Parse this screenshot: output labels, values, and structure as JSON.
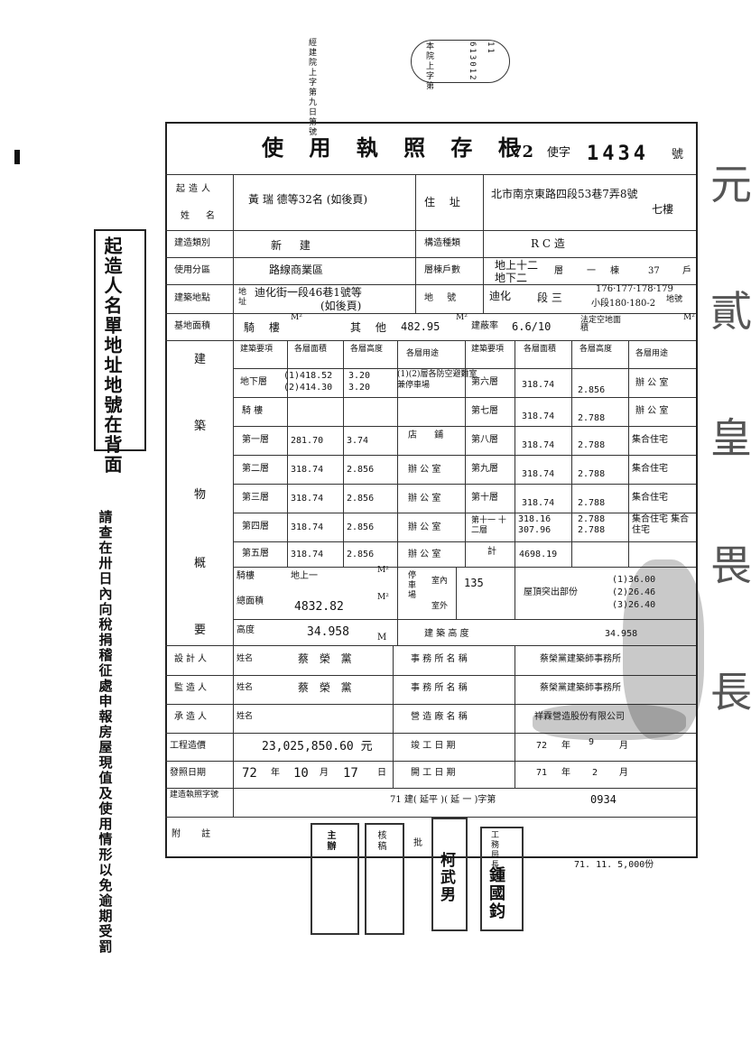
{
  "top_marks": {
    "left_stamp": "經建院上字第九日第號",
    "right_stamp_1": "本院上字第",
    "right_stamp_2": "613012",
    "right_stamp_3": "11"
  },
  "side_note": "起造人名單地址地號在背面",
  "left_note": "請查在卅日內向稅捐稽征處申報房屋現值及使用情形以免逾期受罰",
  "right_margin": "元 貳 皇 畏 長",
  "header": {
    "title": "使 用 執 照 存 根",
    "year": "72",
    "prefix": "使字",
    "number": "1434",
    "suffix": "號"
  },
  "applicant": {
    "label_1": "起造人",
    "label_2": "姓名",
    "name": "黃 瑞 德等32名 (如後頁)",
    "addr_label": "住 址",
    "address": "北市南京東路四段53巷7弄8號",
    "address_2": "七樓"
  },
  "build_type": {
    "label": "建造類別",
    "value": "新 建",
    "struct_label": "構造種類",
    "struct_value": "R C 造"
  },
  "zone": {
    "label": "使用分區",
    "value": "路線商業區",
    "floors_label": "層棟戶數",
    "above": "地上十二",
    "below": "地下二",
    "layer": "層",
    "one": "一",
    "bldg": "棟",
    "units": "37",
    "unit": "戶"
  },
  "site": {
    "label": "建築地點",
    "address_small": "地址",
    "address": "迪化街一段46巷1號等",
    "address_note": "(如後頁)",
    "lot_label": "地 號",
    "lot_area": "迪化",
    "lot_section": "段 三",
    "lots": "176·177·178·179",
    "lots_2": "小段180·180-2",
    "lot_tag": "地號"
  },
  "area": {
    "label": "基地面積",
    "arcade": "騎 樓",
    "m2": "M²",
    "other": "其 他",
    "other_value": "482.95",
    "coverage_label": "建蔽率",
    "coverage_value": "6.6/10",
    "open_label": "法定空地面積"
  },
  "section_labels": {
    "jian": "建",
    "zhu": "築",
    "wu": "物",
    "gai": "概",
    "yao": "要"
  },
  "floor_table": {
    "headers": [
      "建築要項",
      "各層面積",
      "各層高度",
      "各層用途",
      "建築要項",
      "各層面積",
      "各層高度",
      "各層用途"
    ],
    "rows_left": [
      {
        "item": "地下層",
        "area": "(1)418.52 (2)414.30",
        "height": "3.20 3.20",
        "use": "(1)(2)層各防空避難室兼停車場"
      },
      {
        "item": "騎 樓",
        "area": "",
        "height": "",
        "use": ""
      },
      {
        "item": "第一層",
        "area": "281.70",
        "height": "3.74",
        "use": "店 鋪"
      },
      {
        "item": "第二層",
        "area": "318.74",
        "height": "2.856",
        "use": "辦 公 室"
      },
      {
        "item": "第三層",
        "area": "318.74",
        "height": "2.856",
        "use": "辦 公 室"
      },
      {
        "item": "第四層",
        "area": "318.74",
        "height": "2.856",
        "use": "辦 公 室"
      },
      {
        "item": "第五層",
        "area": "318.74",
        "height": "2.856",
        "use": "辦 公 室"
      }
    ],
    "rows_right": [
      {
        "item": "第六層",
        "area": "318.74",
        "height": "2.856",
        "use": "辦 公 室"
      },
      {
        "item": "第七層",
        "area": "318.74",
        "height": "2.788",
        "use": "辦 公 室"
      },
      {
        "item": "第八層",
        "area": "318.74",
        "height": "2.788",
        "use": "集合住宅"
      },
      {
        "item": "第九層",
        "area": "318.74",
        "height": "2.788",
        "use": "集合住宅"
      },
      {
        "item": "第十層",
        "area": "318.74",
        "height": "2.788",
        "use": "集合住宅"
      },
      {
        "item": "第十一 十二層",
        "area": "318.16 307.96",
        "height": "2.788 2.788",
        "use": "集合住宅 集合住宅"
      },
      {
        "item": "計",
        "area": "4698.19",
        "height": "",
        "use": ""
      }
    ],
    "unit_m2": "M²",
    "unit_m": "M"
  },
  "misc_area": {
    "arcade_label": "騎樓",
    "above_label": "地上一",
    "total_label": "總面積",
    "total_value": "4832.82",
    "height_label": "高度",
    "height_value": "34.958",
    "parking_label": "停車場",
    "indoor": "室內",
    "indoor_value": "135",
    "outdoor": "室外",
    "roof_label": "屋頂突出部份",
    "roof_1": "(1)36.00",
    "roof_2": "(2)26.46",
    "roof_3": "(3)26.40",
    "bldg_height_label": "建 築 高 度",
    "bldg_height_value": "34.958"
  },
  "designer": {
    "label": "設計人",
    "name_label": "姓名",
    "name": "蔡 榮 黨",
    "office_label": "事 務 所 名 稱",
    "office": "蔡榮黨建築師事務所"
  },
  "supervisor": {
    "label": "監造人",
    "name_label": "姓名",
    "name": "蔡 榮 黨",
    "office_label": "事 務 所 名 稱",
    "office": "蔡榮黨建築師事務所"
  },
  "contractor": {
    "label": "承造人",
    "name_label": "姓名",
    "name": "",
    "office_label": "營 造 廠 名 稱",
    "office": "祥霖營造股份有限公司"
  },
  "cost": {
    "label": "工程造價",
    "value": "23,025,850.60 元",
    "done_label": "竣 工 日 期",
    "done_year": "72",
    "year_unit": "年",
    "done_month": "9",
    "month_unit": "月"
  },
  "issue": {
    "label": "發照日期",
    "year": "72",
    "month": "10",
    "day": "17",
    "y": "年",
    "m": "月",
    "d": "日",
    "start_label": "開 工 日 期",
    "start_year": "71",
    "start_month": "2"
  },
  "permit": {
    "label": "建造執照字號",
    "text": "71 建( 延平 )( 延 一 )字第",
    "number": "0934"
  },
  "notes": {
    "label": "附 註"
  },
  "seals": {
    "seal_1": "主辦",
    "seal_2": "核稿",
    "seal_3": "批",
    "seal_4": "柯武男",
    "seal_5": "工務局長",
    "seal_6": "鍾國鈞"
  },
  "footer": {
    "print": "71. 11. 5,000份"
  }
}
